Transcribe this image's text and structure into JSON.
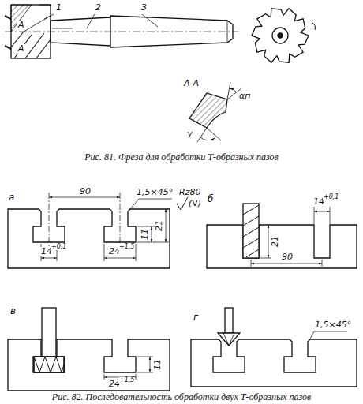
{
  "diagram": {
    "labels": [
      "1",
      "2",
      "3",
      "A",
      "A",
      "A-A",
      "αп",
      "γ",
      "Рис. 81. Фреза для обработки Т-образных пазов",
      "а",
      "90",
      "1,5×45°",
      "Rz80",
      "(∇)",
      "14",
      "+0,1",
      "24",
      "+1,5",
      "11",
      "21",
      "б",
      "14",
      "+0,1",
      "21",
      "90",
      "в",
      "11",
      "24",
      "+1,5",
      "г",
      "1,5×45°",
      "Рис. 82. Последовательность обработки двух Т-образных пазов"
    ]
  }
}
